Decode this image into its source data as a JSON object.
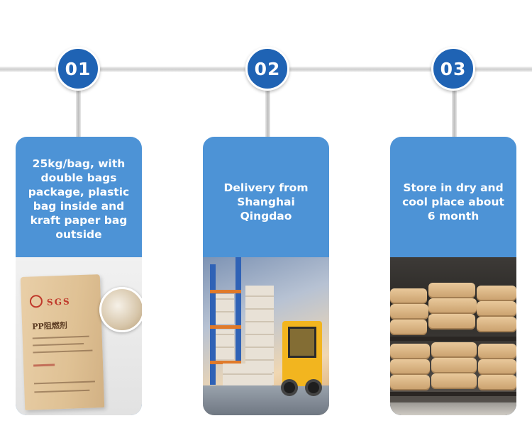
{
  "steps": [
    {
      "number": "01",
      "text": "25kg/bag, with double bags package, plastic bag inside and kraft paper bag outside",
      "image_icon": "kraft-bag-image"
    },
    {
      "number": "02",
      "text": "Delivery from Shanghai Qingdao",
      "image_icon": "warehouse-forklift-image"
    },
    {
      "number": "03",
      "text": "Store in dry and cool place about 6 month",
      "image_icon": "stacked-sacks-image"
    }
  ],
  "bag_print": {
    "brand": "SGS",
    "product": "PP阻燃剂"
  },
  "colors": {
    "badge": "#1f63b4",
    "card": "#4d93d6",
    "text": "#ffffff"
  }
}
